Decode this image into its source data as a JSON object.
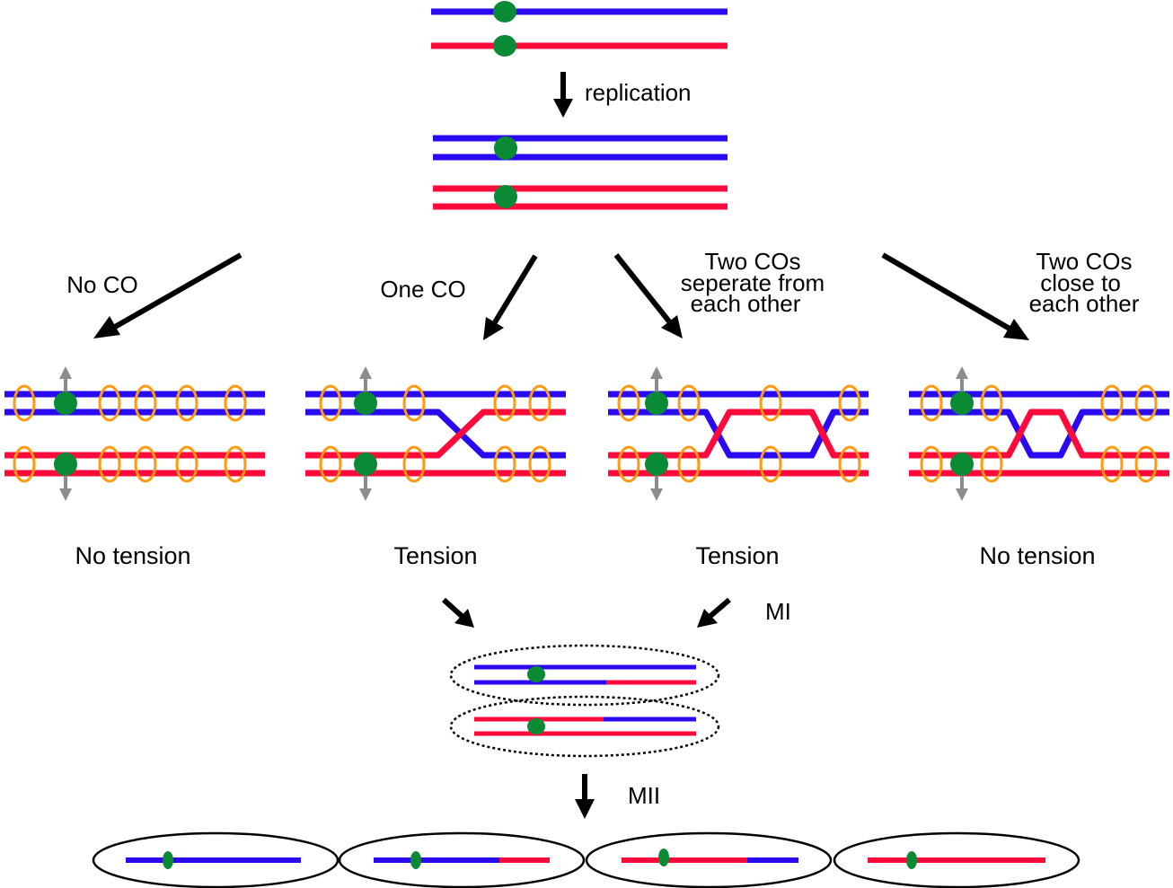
{
  "labels": {
    "replication": "replication",
    "no_co": "No CO",
    "one_co": "One CO",
    "two_cos_separate": [
      "Two COs",
      "seperate from",
      "each other"
    ],
    "two_cos_close": [
      "Two COs",
      "close to",
      "each other"
    ],
    "tension_1": "No tension",
    "tension_2": "Tension",
    "tension_3": "Tension",
    "tension_4": "No tension",
    "mi": "MI",
    "mii": "MII"
  },
  "colors": {
    "blue": "#2a0af0",
    "red": "#ff0a3a",
    "green": "#0a8a35",
    "orange": "#ff9a10",
    "gray": "#8c8c8c",
    "black": "#000000"
  }
}
